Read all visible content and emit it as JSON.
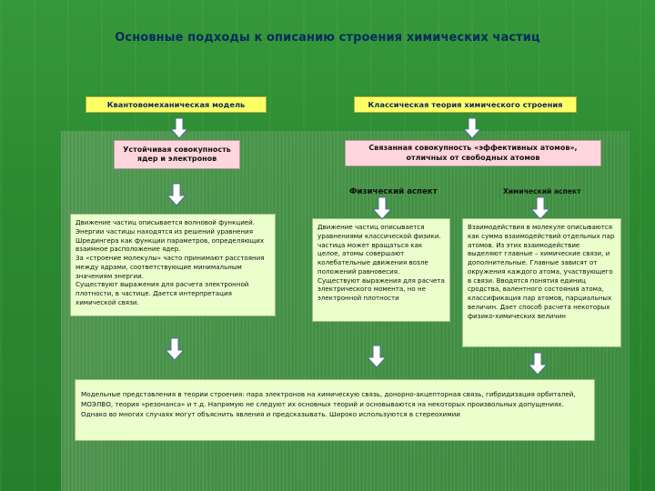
{
  "title": "Основные подходы к описанию строения химических частиц",
  "nodes": {
    "quantum_model": "Квантовомеханическая модель",
    "classical_theory": "Классическая теория химического строения",
    "stable_set": "Устойчивая совокупность\nядер и электронов",
    "bound_set": "Связанная совокупность «эффективных атомов»,\nотличных от свободных атомов",
    "physical_aspect": "Физический аспект",
    "chemical_aspect": "Химический аспект",
    "quantum_text": "     Движение частиц описывается волновой функцией.\n     Энергии частицы находятся из решений уравнения Шредингера как функции параметров, определяющих взаимное расположение ядер.\n     За «строение молекулы» часто принимают расстояния между ядрами, соответствующие минимальным значениям энергии.\n     Существуют выражения для расчета электронной плотности, в частице. Дается интерпретация химической связи.",
    "physical_text": "     Движение частиц описывается уравнениями классической физики. частица может вращаться как целое, атомы совершают колебательные движения возле положений равновесия.\n     Существуют выражения для расчета электрического момента, но не электронной плотности",
    "chemical_text": "     Взаимодействия в молекуле описываются как сумма взаимодействий отдельных пар атомов. Из этих взаимодействие выделяют главные – химические связи, и дополнительные. Главные зависят от окружения каждого атома, участвующего в связи. Вводятся понятия единиц сродства, валентного состояния атома, классификация пар атомов, парциальных величин. Дает способ расчета некоторых физико-химических величин",
    "bottom_text": "Модельные представления в теории строения: пара электронов на химическую связь, донорно-акцепторная связь, гибридизация орбиталей, МОЭЛВО, теория «резонанса» и т.д. Напрямую не следуют их основных теорий и основываются на некоторых произвольных допущениях. Однако во многих случаях могут объяснить явления и предсказывать. Широко используются в стереохимии"
  },
  "colors": {
    "background": "#2e8a2e",
    "title": "#0a2a5e",
    "yellow_box": "#ffff66",
    "pink_box": "#ffd6dc",
    "text_box": "#eaffcc",
    "arrow_fill": "#ffffff"
  },
  "arrow_icon": "down-arrow-icon"
}
